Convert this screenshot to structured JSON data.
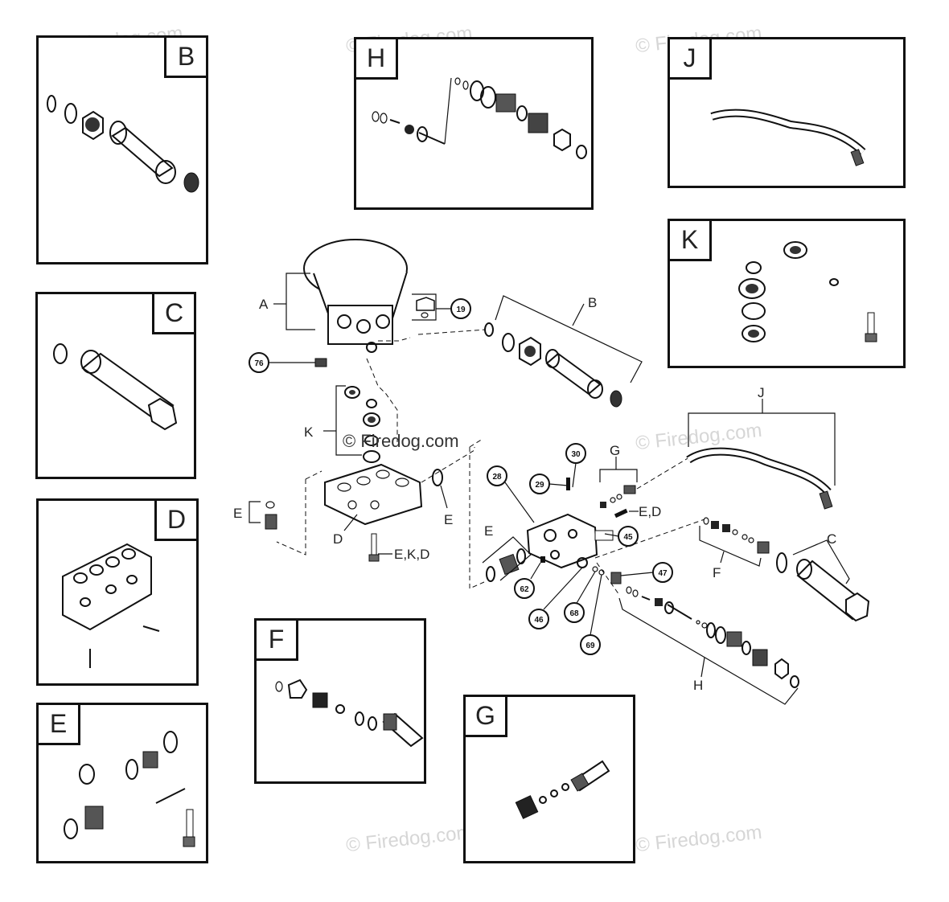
{
  "panels": {
    "B": "B",
    "H": "H",
    "J": "J",
    "K": "K",
    "C": "C",
    "D": "D",
    "E": "E",
    "F": "F",
    "G": "G"
  },
  "callouts": {
    "A": "A",
    "B": "B",
    "J": "J",
    "G": "G",
    "K": "K",
    "E1": "E",
    "E2": "E",
    "D": "D",
    "E3": "E",
    "C": "C",
    "F": "F",
    "H": "H",
    "ED1": "E,D",
    "EKD": "E,K,D"
  },
  "part_numbers": {
    "p19": "19",
    "p76": "76",
    "p28": "28",
    "p30": "30",
    "p29": "29",
    "p45": "45",
    "p47": "47",
    "p62": "62",
    "p46": "46",
    "p68": "68",
    "p69": "69"
  },
  "watermark": "© Firedog.com",
  "center_watermark": "© Firedog.com"
}
